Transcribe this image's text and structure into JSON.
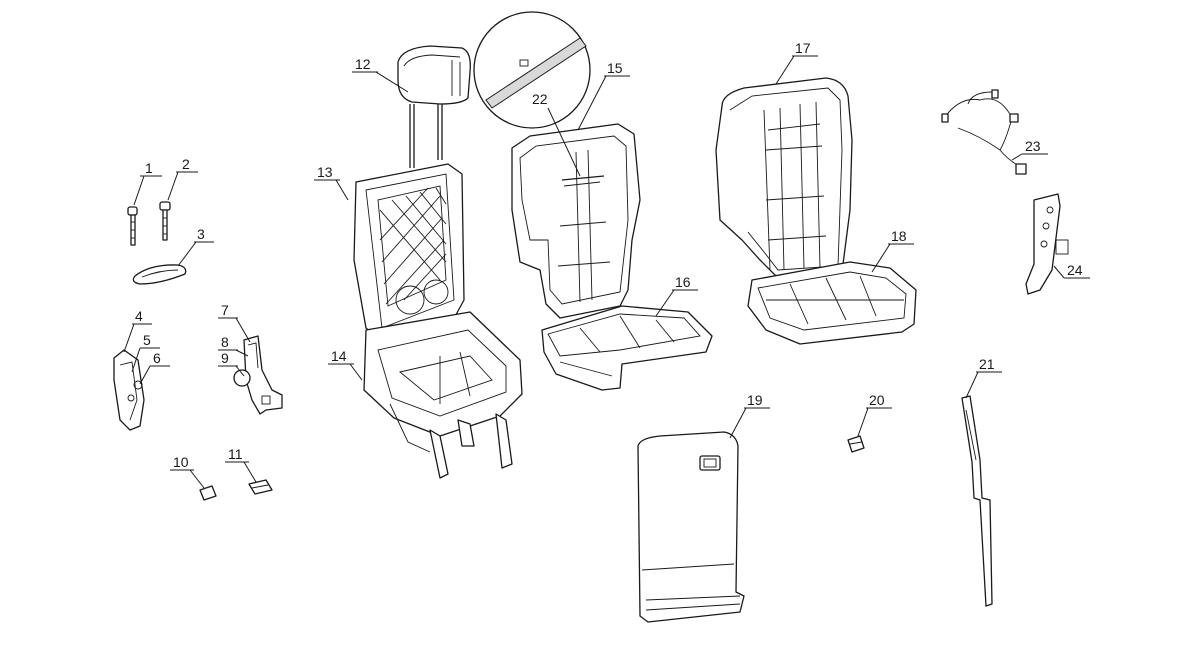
{
  "callouts": [
    {
      "id": "1",
      "label": "1"
    },
    {
      "id": "2",
      "label": "2"
    },
    {
      "id": "3",
      "label": "3"
    },
    {
      "id": "4",
      "label": "4"
    },
    {
      "id": "5",
      "label": "5"
    },
    {
      "id": "6",
      "label": "6"
    },
    {
      "id": "7",
      "label": "7"
    },
    {
      "id": "8",
      "label": "8"
    },
    {
      "id": "9",
      "label": "9"
    },
    {
      "id": "10",
      "label": "10"
    },
    {
      "id": "11",
      "label": "11"
    },
    {
      "id": "12",
      "label": "12"
    },
    {
      "id": "13",
      "label": "13"
    },
    {
      "id": "14",
      "label": "14"
    },
    {
      "id": "15",
      "label": "15"
    },
    {
      "id": "16",
      "label": "16"
    },
    {
      "id": "17",
      "label": "17"
    },
    {
      "id": "18",
      "label": "18"
    },
    {
      "id": "19",
      "label": "19"
    },
    {
      "id": "20",
      "label": "20"
    },
    {
      "id": "21",
      "label": "21"
    },
    {
      "id": "22",
      "label": "22"
    },
    {
      "id": "23",
      "label": "23"
    },
    {
      "id": "24",
      "label": "24"
    }
  ],
  "colors": {
    "line": "#1a1a1a",
    "fill": "#ffffff",
    "shade": "#d9d9d9"
  }
}
